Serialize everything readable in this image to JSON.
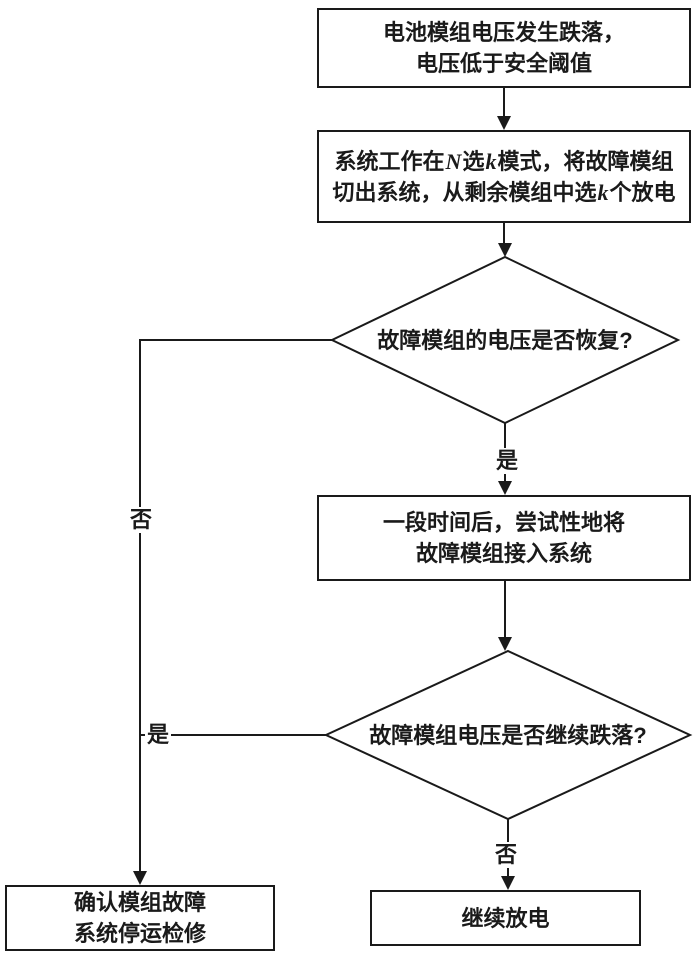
{
  "flowchart": {
    "nodes": {
      "voltage_drop": {
        "line1": "电池模组电压发生跌落，",
        "line2": "电压低于安全阈值"
      },
      "n_choose_k": {
        "l1_part1": "系统工作在",
        "l1_var1": "N",
        "l1_part2": "选",
        "l1_var2": "k",
        "l1_part3": "模式，将故障模组",
        "l2_part1": "切出系统，从剩余模组中选",
        "l2_var1": "k",
        "l2_part2": "个放电"
      },
      "recovered_decision": {
        "text": "故障模组的电压是否恢复?"
      },
      "reconnect": {
        "line1": "一段时间后，尝试性地将",
        "line2": "故障模组接入系统"
      },
      "continue_drop_decision": {
        "text": "故障模组电压是否继续跌落?"
      },
      "confirm_fault": {
        "line1": "确认模组故障",
        "line2": "系统停运检修"
      },
      "continue_discharge": {
        "text": "继续放电"
      }
    },
    "edge_labels": {
      "recovered_yes": "是",
      "recovered_no": "否",
      "continue_yes": "是",
      "continue_no": "否"
    },
    "colors": {
      "stroke": "#1a1a1a",
      "background": "#ffffff",
      "text": "#1a1a1a"
    }
  }
}
